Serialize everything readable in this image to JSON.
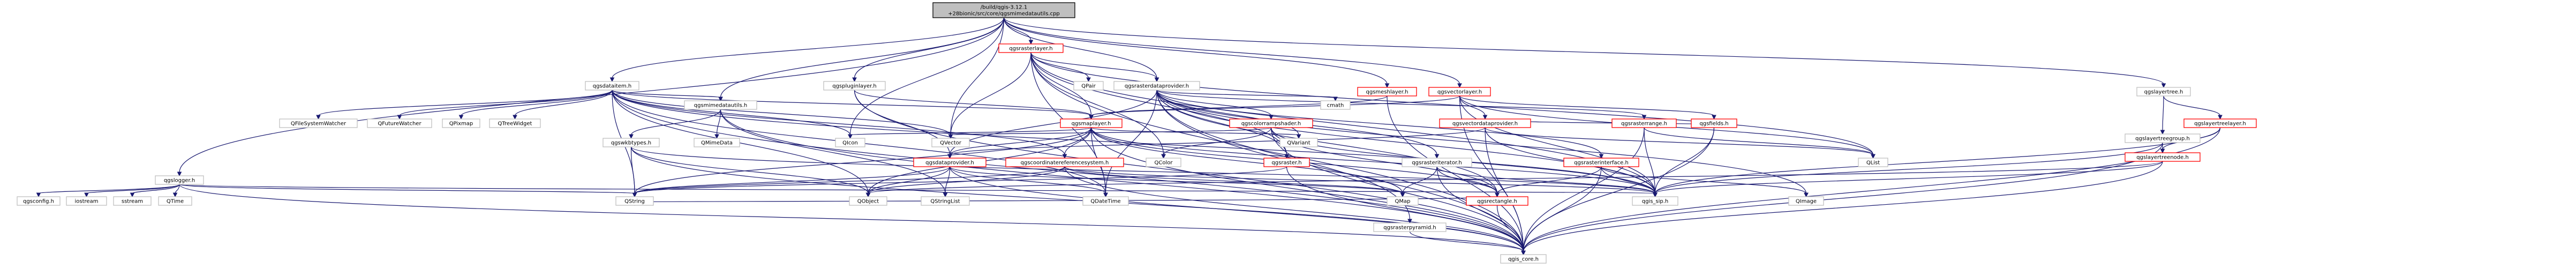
{
  "graph": {
    "colors": {
      "edge": "#191970",
      "root_fill": "#bfbfbf",
      "root_stroke": "#000000",
      "linked_stroke": "#ff0000",
      "plain_stroke": "#bfbfbf",
      "node_fill": "#ffffff"
    },
    "nodes": [
      {
        "id": "root",
        "label": "/build/qgis-3.12.1\n+28bionic/src/core/qgsmimedatautils.cpp",
        "kind": "root",
        "interactable": false
      },
      {
        "id": "qgsrasterlayer",
        "label": "qgsrasterlayer.h",
        "kind": "red",
        "interactable": true
      },
      {
        "id": "qgsdataitem",
        "label": "qgsdataitem.h",
        "kind": "plain",
        "interactable": false
      },
      {
        "id": "qgspluginlayer",
        "label": "qgspluginlayer.h",
        "kind": "plain",
        "interactable": false
      },
      {
        "id": "qgsrasterdataprovider",
        "label": "qgsrasterdataprovider.h",
        "kind": "plain",
        "interactable": false
      },
      {
        "id": "qgsmeshlayer",
        "label": "qgsmeshlayer.h",
        "kind": "red",
        "interactable": true
      },
      {
        "id": "qgsvectorlayer",
        "label": "qgsvectorlayer.h",
        "kind": "red",
        "interactable": true
      },
      {
        "id": "qgslayertree",
        "label": "qgslayertree.h",
        "kind": "plain",
        "interactable": false
      },
      {
        "id": "qgslogger",
        "label": "qgslogger.h",
        "kind": "plain",
        "interactable": false
      },
      {
        "id": "qgsmimedatautils",
        "label": "qgsmimedatautils.h",
        "kind": "plain",
        "interactable": false
      },
      {
        "id": "qgsmaplayer",
        "label": "qgsmaplayer.h",
        "kind": "red",
        "interactable": true
      },
      {
        "id": "qgscolorrampshader",
        "label": "qgscolorrampshader.h",
        "kind": "red",
        "interactable": true
      },
      {
        "id": "qgsvectordataprovider",
        "label": "qgsvectordataprovider.h",
        "kind": "red",
        "interactable": true
      },
      {
        "id": "qgsrasterrange",
        "label": "qgsrasterrange.h",
        "kind": "red",
        "interactable": true
      },
      {
        "id": "qgsfields",
        "label": "qgsfields.h",
        "kind": "red",
        "interactable": true
      },
      {
        "id": "qgslayertreelayer",
        "label": "qgslayertreelayer.h",
        "kind": "red",
        "interactable": true
      },
      {
        "id": "qgslayertreegroup",
        "label": "qgslayertreegroup.h",
        "kind": "plain",
        "interactable": false
      },
      {
        "id": "qgslayertreenode",
        "label": "qgslayertreenode.h",
        "kind": "red",
        "interactable": true
      },
      {
        "id": "qgswkbtypes",
        "label": "qgswkbtypes.h",
        "kind": "plain",
        "interactable": false
      },
      {
        "id": "qgsdataprovider",
        "label": "qgsdataprovider.h",
        "kind": "red",
        "interactable": true
      },
      {
        "id": "qgscoordinatereferencesystem",
        "label": "qgscoordinatereferencesystem.h",
        "kind": "red",
        "interactable": true
      },
      {
        "id": "qgsraster",
        "label": "qgsraster.h",
        "kind": "red",
        "interactable": true
      },
      {
        "id": "qgsrasteriterator",
        "label": "qgsrasteriterator.h",
        "kind": "plain",
        "interactable": false
      },
      {
        "id": "qgsrasterinterface",
        "label": "qgsrasterinterface.h",
        "kind": "red",
        "interactable": true
      },
      {
        "id": "qgsrasterpyramid",
        "label": "qgsrasterpyramid.h",
        "kind": "plain",
        "interactable": false
      },
      {
        "id": "qgsrectangle",
        "label": "qgsrectangle.h",
        "kind": "red",
        "interactable": true
      },
      {
        "id": "qgis_sip",
        "label": "qgis_sip.h",
        "kind": "plain",
        "interactable": false
      },
      {
        "id": "qgis_core",
        "label": "qgis_core.h",
        "kind": "plain",
        "interactable": false
      },
      {
        "id": "qgsconfig",
        "label": "qgsconfig.h",
        "kind": "plain",
        "interactable": false
      },
      {
        "id": "iostream",
        "label": "iostream",
        "kind": "plain",
        "interactable": false
      },
      {
        "id": "sstream",
        "label": "sstream",
        "kind": "plain",
        "interactable": false
      },
      {
        "id": "QTime",
        "label": "QTime",
        "kind": "plain",
        "interactable": false
      },
      {
        "id": "QString",
        "label": "QString",
        "kind": "plain",
        "interactable": false
      },
      {
        "id": "QObject",
        "label": "QObject",
        "kind": "plain",
        "interactable": false
      },
      {
        "id": "QStringList",
        "label": "QStringList",
        "kind": "plain",
        "interactable": false
      },
      {
        "id": "QDateTime",
        "label": "QDateTime",
        "kind": "plain",
        "interactable": false
      },
      {
        "id": "QMap",
        "label": "QMap",
        "kind": "plain",
        "interactable": false
      },
      {
        "id": "QImage",
        "label": "QImage",
        "kind": "plain",
        "interactable": false
      },
      {
        "id": "QList",
        "label": "QList",
        "kind": "plain",
        "interactable": false
      },
      {
        "id": "QColor",
        "label": "QColor",
        "kind": "plain",
        "interactable": false
      },
      {
        "id": "QVariant",
        "label": "QVariant",
        "kind": "plain",
        "interactable": false
      },
      {
        "id": "QVector",
        "label": "QVector",
        "kind": "plain",
        "interactable": false
      },
      {
        "id": "QIcon",
        "label": "QIcon",
        "kind": "plain",
        "interactable": false
      },
      {
        "id": "QMimeData",
        "label": "QMimeData",
        "kind": "plain",
        "interactable": false
      },
      {
        "id": "QPair",
        "label": "QPair",
        "kind": "plain",
        "interactable": false
      },
      {
        "id": "cmath",
        "label": "cmath",
        "kind": "plain",
        "interactable": false
      },
      {
        "id": "QFileSystemWatcher",
        "label": "QFileSystemWatcher",
        "kind": "plain",
        "interactable": false
      },
      {
        "id": "QFutureWatcher",
        "label": "QFutureWatcher",
        "kind": "plain",
        "interactable": false
      },
      {
        "id": "QPixmap",
        "label": "QPixmap",
        "kind": "plain",
        "interactable": false
      },
      {
        "id": "QTreeWidget",
        "label": "QTreeWidget",
        "kind": "plain",
        "interactable": false
      }
    ],
    "edges": [
      [
        "root",
        "qgsrasterlayer"
      ],
      [
        "root",
        "qgsdataitem"
      ],
      [
        "root",
        "qgspluginlayer"
      ],
      [
        "root",
        "qgsrasterdataprovider"
      ],
      [
        "root",
        "qgsmeshlayer"
      ],
      [
        "root",
        "qgsvectorlayer"
      ],
      [
        "root",
        "qgslayertree"
      ],
      [
        "root",
        "qgslogger"
      ],
      [
        "root",
        "qgsmimedatautils"
      ],
      [
        "root",
        "QIcon"
      ],
      [
        "root",
        "QVector"
      ],
      [
        "qgsrasterlayer",
        "qgsmaplayer"
      ],
      [
        "qgsrasterlayer",
        "qgsrasterdataprovider"
      ],
      [
        "qgsrasterlayer",
        "qgsraster"
      ],
      [
        "qgsrasterlayer",
        "QPair"
      ],
      [
        "qgsrasterlayer",
        "QColor"
      ],
      [
        "qgsrasterlayer",
        "QList"
      ],
      [
        "qgsrasterlayer",
        "QVector"
      ],
      [
        "qgsrasterlayer",
        "qgis_core"
      ],
      [
        "qgsrasterlayer",
        "qgis_sip"
      ],
      [
        "qgsrasterlayer",
        "QDateTime"
      ],
      [
        "qgsdataitem",
        "qgsmaplayer"
      ],
      [
        "qgsdataitem",
        "qgscoordinatereferencesystem"
      ],
      [
        "qgsdataitem",
        "qgsmimedatautils"
      ],
      [
        "qgsdataitem",
        "QFileSystemWatcher"
      ],
      [
        "qgsdataitem",
        "QFutureWatcher"
      ],
      [
        "qgsdataitem",
        "QPixmap"
      ],
      [
        "qgsdataitem",
        "QTreeWidget"
      ],
      [
        "qgsdataitem",
        "QIcon"
      ],
      [
        "qgsdataitem",
        "QVector"
      ],
      [
        "qgsdataitem",
        "QObject"
      ],
      [
        "qgsdataitem",
        "QString"
      ],
      [
        "qgsdataitem",
        "QDateTime"
      ],
      [
        "qgsdataitem",
        "qgis_core"
      ],
      [
        "qgsdataitem",
        "qgis_sip"
      ],
      [
        "qgspluginlayer",
        "qgsmaplayer"
      ],
      [
        "qgspluginlayer",
        "qgsdataprovider"
      ],
      [
        "qgspluginlayer",
        "qgis_core"
      ],
      [
        "qgsrasterdataprovider",
        "qgsdataprovider"
      ],
      [
        "qgsrasterdataprovider",
        "qgscolorrampshader"
      ],
      [
        "qgsrasterdataprovider",
        "qgsraster"
      ],
      [
        "qgsrasterdataprovider",
        "qgsrasterinterface"
      ],
      [
        "qgsrasterdataprovider",
        "qgsrasterpyramid"
      ],
      [
        "qgsrasterdataprovider",
        "qgsrasteriterator"
      ],
      [
        "qgsrasterdataprovider",
        "qgsrasterrange"
      ],
      [
        "qgsrasterdataprovider",
        "qgsrectangle"
      ],
      [
        "qgsrasterdataprovider",
        "cmath"
      ],
      [
        "qgsrasterdataprovider",
        "QDateTime"
      ],
      [
        "qgsrasterdataprovider",
        "QVariant"
      ],
      [
        "qgsrasterdataprovider",
        "QImage"
      ],
      [
        "qgsrasterdataprovider",
        "qgis_core"
      ],
      [
        "qgsrasterdataprovider",
        "qgis_sip"
      ],
      [
        "qgsmeshlayer",
        "qgsmaplayer"
      ],
      [
        "qgsmeshlayer",
        "qgis_core"
      ],
      [
        "qgsvectorlayer",
        "qgsmaplayer"
      ],
      [
        "qgsvectorlayer",
        "qgsvectordataprovider"
      ],
      [
        "qgsvectorlayer",
        "qgsfields"
      ],
      [
        "qgsvectorlayer",
        "QList"
      ],
      [
        "qgsvectorlayer",
        "qgis_core"
      ],
      [
        "qgsvectorlayer",
        "qgis_sip"
      ],
      [
        "qgslayertree",
        "qgslayertreegroup"
      ],
      [
        "qgslayertree",
        "qgslayertreelayer"
      ],
      [
        "qgslogger",
        "qgsconfig"
      ],
      [
        "qgslogger",
        "iostream"
      ],
      [
        "qgslogger",
        "sstream"
      ],
      [
        "qgslogger",
        "QTime"
      ],
      [
        "qgslogger",
        "QString"
      ],
      [
        "qgslogger",
        "qgis_core"
      ],
      [
        "qgslogger",
        "qgis_sip"
      ],
      [
        "qgsmimedatautils",
        "qgswkbtypes"
      ],
      [
        "qgsmimedatautils",
        "QMimeData"
      ],
      [
        "qgsmimedatautils",
        "QStringList"
      ],
      [
        "qgsmimedatautils",
        "qgis_core"
      ],
      [
        "qgsmaplayer",
        "qgsdataprovider"
      ],
      [
        "qgsmaplayer",
        "qgscoordinatereferencesystem"
      ],
      [
        "qgsmaplayer",
        "qgsrectangle"
      ],
      [
        "qgsmaplayer",
        "qgis_core"
      ],
      [
        "qgsmaplayer",
        "qgis_sip"
      ],
      [
        "qgsmaplayer",
        "QDateTime"
      ],
      [
        "qgsmaplayer",
        "QObject"
      ],
      [
        "qgsmaplayer",
        "QVariant"
      ],
      [
        "qgsmaplayer",
        "QIcon"
      ],
      [
        "qgsmaplayer",
        "QString"
      ],
      [
        "qgsmaplayer",
        "QMap"
      ],
      [
        "qgscolorrampshader",
        "qgis_core"
      ],
      [
        "qgscolorrampshader",
        "qgis_sip"
      ],
      [
        "qgscolorrampshader",
        "QColor"
      ],
      [
        "qgscolorrampshader",
        "QVector"
      ],
      [
        "qgscolorrampshader",
        "qgsrectangle"
      ],
      [
        "qgsvectordataprovider",
        "qgsdataprovider"
      ],
      [
        "qgsvectordataprovider",
        "qgsfields"
      ],
      [
        "qgsvectordataprovider",
        "QList"
      ],
      [
        "qgsvectordataprovider",
        "qgis_core"
      ],
      [
        "qgsvectordataprovider",
        "qgis_sip"
      ],
      [
        "qgsrasterrange",
        "qgis_core"
      ],
      [
        "qgsrasterrange",
        "qgis_sip"
      ],
      [
        "qgsrasterrange",
        "QList"
      ],
      [
        "qgsfields",
        "qgis_core"
      ],
      [
        "qgsfields",
        "qgis_sip"
      ],
      [
        "qgslayertreelayer",
        "qgslayertreenode"
      ],
      [
        "qgslayertreelayer",
        "qgis_core"
      ],
      [
        "qgslayertreelayer",
        "qgis_sip"
      ],
      [
        "qgslayertreegroup",
        "qgslayertreenode"
      ],
      [
        "qgslayertreegroup",
        "qgis_core"
      ],
      [
        "qgslayertreegroup",
        "qgis_sip"
      ],
      [
        "qgslayertreenode",
        "qgis_core"
      ],
      [
        "qgslayertreenode",
        "qgis_sip"
      ],
      [
        "qgslayertreenode",
        "QObject"
      ],
      [
        "qgswkbtypes",
        "QObject"
      ],
      [
        "qgswkbtypes",
        "QString"
      ],
      [
        "qgswkbtypes",
        "qgis_core"
      ],
      [
        "qgswkbtypes",
        "qgis_sip"
      ],
      [
        "qgsdataprovider",
        "qgis_core"
      ],
      [
        "qgsdataprovider",
        "QDateTime"
      ],
      [
        "qgsdataprovider",
        "QObject"
      ],
      [
        "qgsdataprovider",
        "QString"
      ],
      [
        "qgsdataprovider",
        "QStringList"
      ],
      [
        "qgsdataprovider",
        "QMap"
      ],
      [
        "qgscoordinatereferencesystem",
        "qgis_core"
      ],
      [
        "qgscoordinatereferencesystem",
        "qgis_sip"
      ],
      [
        "qgscoordinatereferencesystem",
        "QString"
      ],
      [
        "qgscoordinatereferencesystem",
        "QMap"
      ],
      [
        "qgscoordinatereferencesystem",
        "QObject"
      ],
      [
        "qgsraster",
        "qgis_core"
      ],
      [
        "qgsraster",
        "QString"
      ],
      [
        "qgsrasteriterator",
        "qgsrectangle"
      ],
      [
        "qgsrasteriterator",
        "QMap"
      ],
      [
        "qgsrasteriterator",
        "qgis_core"
      ],
      [
        "qgsrasteriterator",
        "qgis_sip"
      ],
      [
        "qgsrasterinterface",
        "qgis_core"
      ],
      [
        "qgsrasterinterface",
        "qgis_sip"
      ],
      [
        "qgsrasterinterface",
        "QImage"
      ],
      [
        "qgsrasterinterface",
        "qgsrectangle"
      ],
      [
        "qgsrasterpyramid",
        "qgis_core"
      ],
      [
        "qgsrectangle",
        "qgis_core"
      ],
      [
        "qgsrectangle",
        "QString"
      ]
    ]
  }
}
